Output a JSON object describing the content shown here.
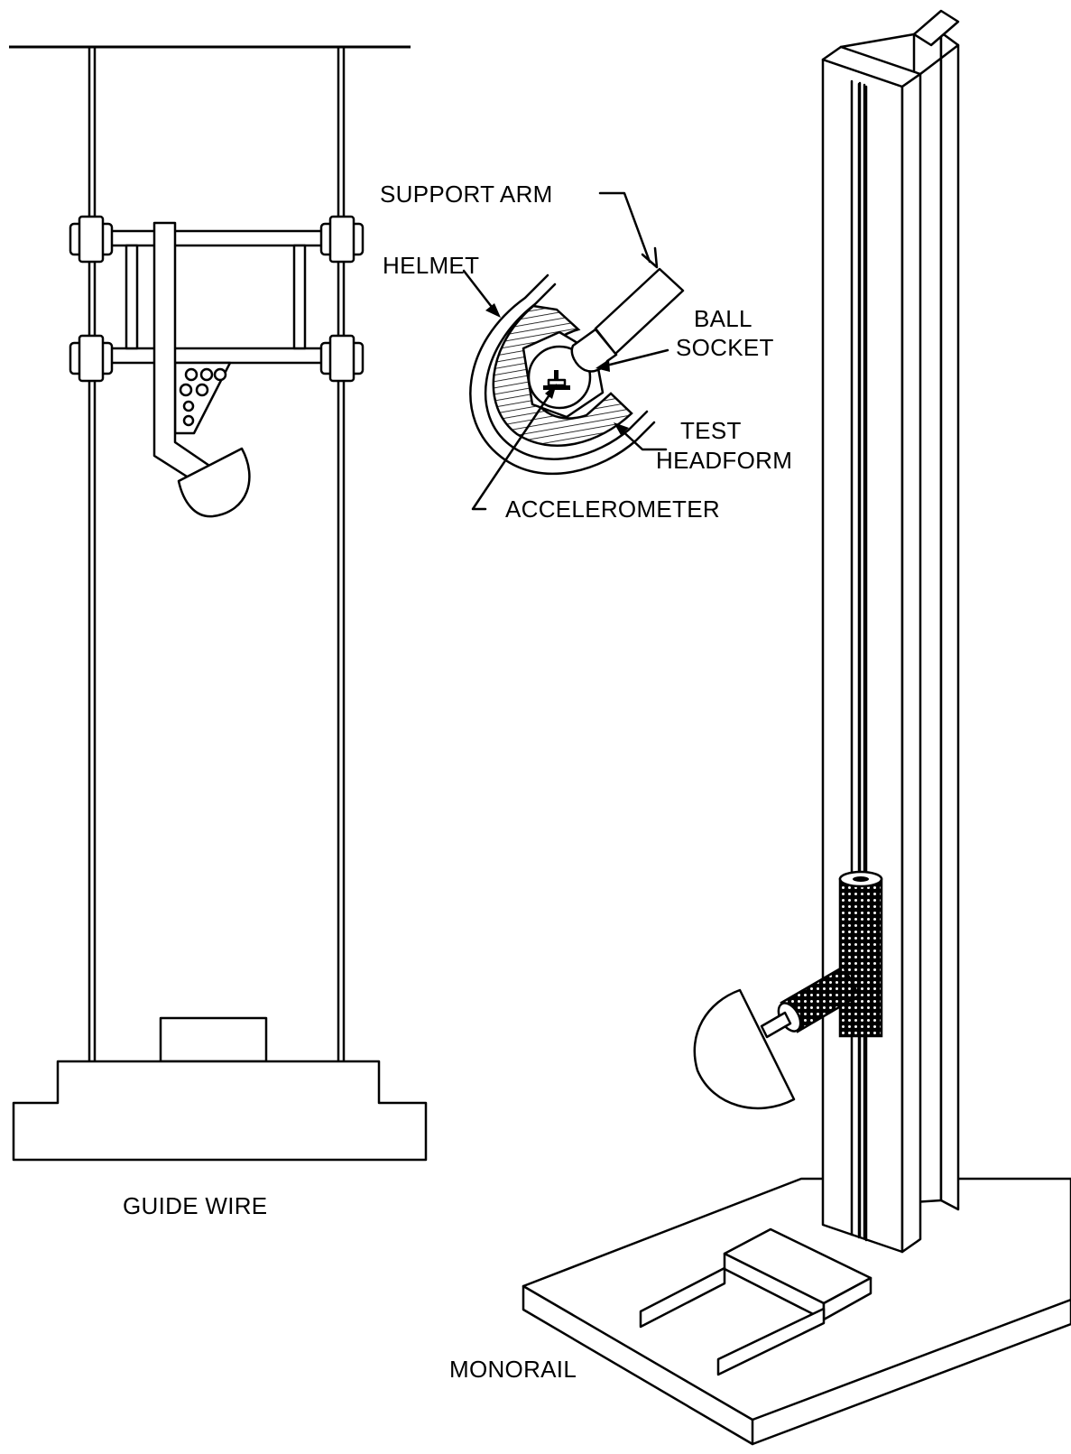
{
  "labels": {
    "support_arm": "SUPPORT ARM",
    "helmet": "HELMET",
    "ball_line1": "BALL",
    "ball_line2": "SOCKET",
    "test_line1": "TEST",
    "test_line2": "HEADFORM",
    "accelerometer": "ACCELEROMETER",
    "guide_wire": "GUIDE WIRE",
    "monorail": "MONORAIL"
  },
  "colors": {
    "ink": "#000000",
    "paper": "#ffffff"
  }
}
